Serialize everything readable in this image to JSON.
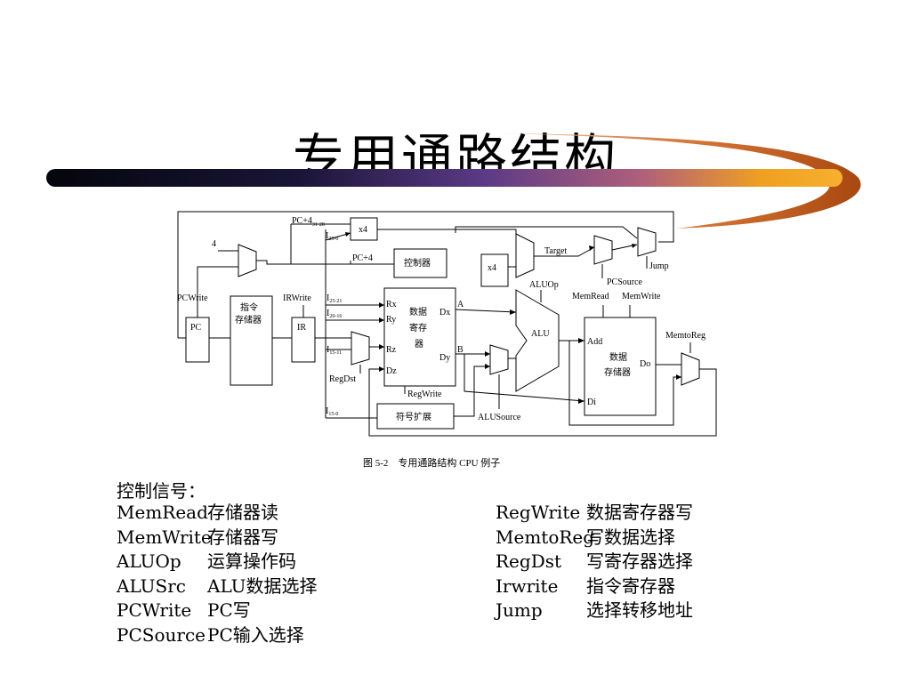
{
  "slide": {
    "title": "专用通路结构"
  },
  "diagram": {
    "caption": "图 5-2　专用通路结构 CPU 例子",
    "labels": {
      "pc4_hi": "PC+4",
      "pc4_hi_sub": "31-28",
      "x4_top": "x4",
      "i25": "I",
      "i25_sub": "25-0",
      "four": "4",
      "pc4": "PC+4",
      "controller": "控制器",
      "x4_mid": "x4",
      "target": "Target",
      "jump": "Jump",
      "pcsource": "PCSource",
      "aluop": "ALUOp",
      "pcwrite": "PCWrite",
      "irwrite": "IRWrite",
      "i2521": "I",
      "i2521_sub": "25-21",
      "i2016": "I",
      "i2016_sub": "20-16",
      "i1511": "I",
      "i1511_sub": "15-11",
      "i150": "I",
      "i150_sub": "15-0",
      "memread": "MemRead",
      "memwrite": "MemWrite",
      "memtoreg": "MemtoReg",
      "pc": "PC",
      "instr_mem_1": "指令",
      "instr_mem_2": "存储器",
      "ir": "IR",
      "rx": "Rx",
      "ry": "Ry",
      "rz": "Rz",
      "dz": "Dz",
      "dx": "Dx",
      "dy": "Dy",
      "regfile_1": "数据",
      "regfile_2": "寄存",
      "regfile_3": "器",
      "a": "A",
      "b": "B",
      "alu": "ALU",
      "add": "Add",
      "di": "Di",
      "do": "Do",
      "datamem_1": "数据",
      "datamem_2": "存储器",
      "regdst": "RegDst",
      "regwrite": "RegWrite",
      "signext": "符号扩展",
      "alusource": "ALUSource"
    }
  },
  "signals": {
    "heading": "控制信号：",
    "left": [
      {
        "name": "MemRead",
        "desc": "存储器读"
      },
      {
        "name": "MemWrite",
        "desc": "存储器写"
      },
      {
        "name": "ALUOp",
        "desc": "运算操作码"
      },
      {
        "name": "ALUSrc",
        "desc": "ALU数据选择"
      },
      {
        "name": "PCWrite",
        "desc": "PC写"
      },
      {
        "name": "PCSource",
        "desc": "PC输入选择"
      }
    ],
    "right": [
      {
        "name": "RegWrite",
        "desc": "数据寄存器写"
      },
      {
        "name": "MemtoReg",
        "desc": "写数据选择"
      },
      {
        "name": "RegDst",
        "desc": "写寄存器选择"
      },
      {
        "name": "Irwrite",
        "desc": "指令寄存器"
      },
      {
        "name": "Jump",
        "desc": "选择转移地址"
      }
    ]
  },
  "colors": {
    "bar_dark": "#0a0a12",
    "bar_purple": "#5b3a86",
    "bar_orange": "#f0a020",
    "swoosh": "#c85a14"
  }
}
